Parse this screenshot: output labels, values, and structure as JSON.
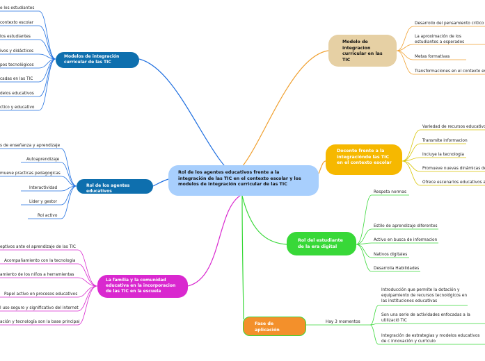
{
  "center": "Rol de los agentes educativos frente a la integración de las TIC en el contexto escolar y los modelos de integración curricular de las TIC",
  "branches": {
    "modelos": {
      "title": "Modelos de integración curricular de las TIC",
      "color": "#0e6fae",
      "items": [
        "e los estudiantes",
        "contexto escolar",
        "los estudiantes",
        "ivos y didácticos",
        "pos tecnológicos",
        "cadas en las TIC",
        "delos educativos",
        "ctico y educativo"
      ]
    },
    "rol_agentes": {
      "title": "Rol de los agentes educativos",
      "color": "#0e6fae",
      "items": [
        "s de enseñanza y aprendizaje",
        "Autoaprendizaje",
        "mueve practicas pedagogicas",
        "Interactividad",
        "Lider y gestor",
        "Rol activo"
      ]
    },
    "familia": {
      "title": "La familia y la comunidad educativa en la incorporacion de las TIC en la escuela",
      "color": "#d928cf",
      "items": [
        "eptivos ante el aprendizaje de las TIC",
        "Acompañamiento con la tecnologia",
        "amiento de los niños a herramientas",
        "Papel activo en procesos educativos",
        "l uso seguro y significativo del internet",
        "ación y tecnología son la base principal"
      ]
    },
    "modelo_integracion": {
      "title": "Modelo de integracion curricular en las TIC",
      "color": "#f0a030",
      "items": [
        "Desarrollo del pensamiento critico",
        "La aproximación de los estudiantes a esperados",
        "Metas formativas",
        "Transformaciones en el contexto es"
      ]
    },
    "docente": {
      "title": "Docente frente a la integraciónde las TIC en el contexto escolar",
      "color": "#c8b400",
      "items": [
        "Variedad de recursos educativos",
        "Transmite informacion",
        "Incluye la tecnologia",
        "Promueve nuevas dinámicas de",
        "Ofrece escenarios educativos ac"
      ]
    },
    "estudiante": {
      "title": "Rol del estudiante de la era digital",
      "color": "#38d838",
      "items": [
        "Respeta normas",
        "Estilo de aprendizaje diferentes",
        "Activo en busca de informacion",
        "Nativos digitales",
        "Desarrolla Habilidades"
      ]
    },
    "fase": {
      "title": "Fase de aplicación",
      "color": "#38d838",
      "connector": "Hay 3 momentos",
      "items": [
        "Introducción que permite la dotación y equipamiento de recursos tecnológicos en las instituciones educativas",
        "Son una serie de actividades enfocadas a la utilizació TIC",
        "Integración de estrategias y modelos educativos de c innovación y currículo"
      ]
    }
  }
}
